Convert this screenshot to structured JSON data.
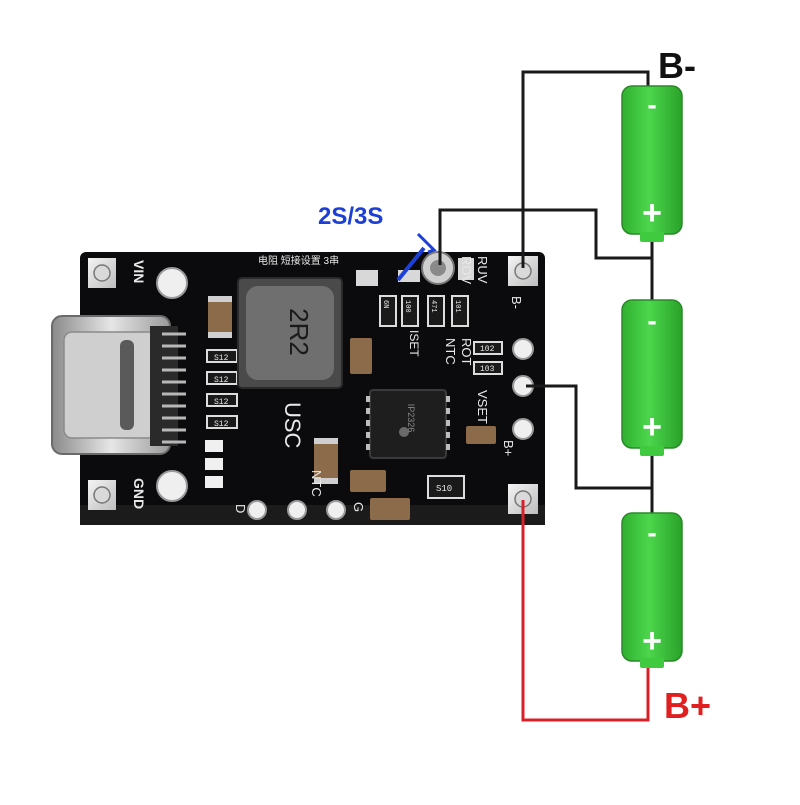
{
  "labels": {
    "b_minus": "B-",
    "b_plus": "B+",
    "mode": "2S/3S"
  },
  "board": {
    "vin": "VIN",
    "gnd": "GND",
    "usc": "USC",
    "inductor": "2R2",
    "ntc_left": "NTC",
    "d": "D",
    "g": "G",
    "ruv": "RUV",
    "rov": "ROV",
    "rot": "ROT",
    "ntc_right": "NTC",
    "iset": "ISET",
    "vset": "VSET",
    "bminus_pad": "B-",
    "bplus_pad": "B+",
    "chip_logo": "IP2326",
    "r_top_a": "6N",
    "r_top_b": "100",
    "r_top_c": "471",
    "r_top_d": "101",
    "s12_a": "S12",
    "s12_b": "S12",
    "s12_c": "S12",
    "s12_d": "S12",
    "s10": "S10",
    "r102": "102",
    "r103": "103",
    "cn_text": "电阻 短接设置 3串"
  },
  "cells": [
    {
      "minus": "-",
      "plus": "+"
    },
    {
      "minus": "-",
      "plus": "+"
    },
    {
      "minus": "-",
      "plus": "+"
    }
  ],
  "colors": {
    "board": "#0b0b0d",
    "cell_green": "#3fca3f",
    "wire_black": "#1a1a1a",
    "wire_red": "#d8202a",
    "label_blue": "#1c3fd6",
    "label_red": "#e02020"
  }
}
